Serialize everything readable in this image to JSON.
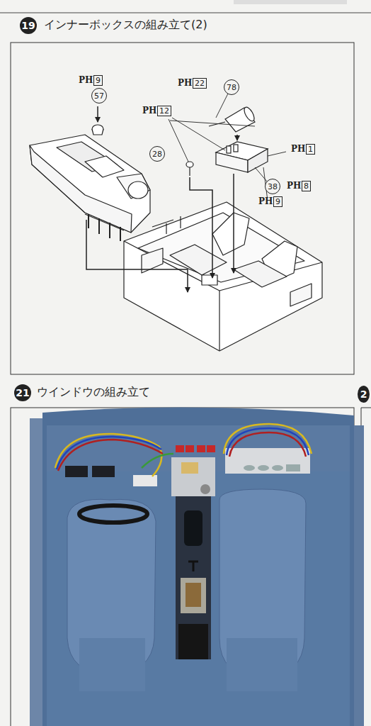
{
  "diagram": {
    "labels": [
      "19",
      "インナーボックスの組み立て(2)",
      "PH",
      "9",
      "57",
      "PH",
      "22",
      "78",
      "PH",
      "12",
      "28",
      "PH",
      "1",
      "38",
      "PH",
      "8",
      "PH",
      "9",
      "21",
      "ウインドウの組み立て",
      "2"
    ]
  }
}
